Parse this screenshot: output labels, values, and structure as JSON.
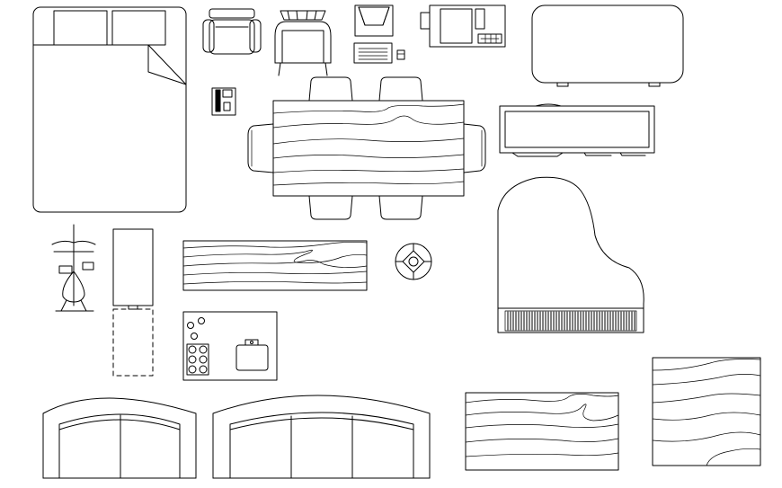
{
  "drawing": {
    "background_color": "#ffffff",
    "line_color": "#000000",
    "symbols": [
      "double-bed",
      "lounge-chair",
      "armchair",
      "crt-monitor",
      "keyboard",
      "computer-workstation",
      "cabinet",
      "telephone",
      "dining-table-with-chairs",
      "tv-console",
      "grand-piano",
      "coat-stand",
      "wardrobe-with-swing",
      "wood-bench",
      "round-side-table",
      "kitchen-counter",
      "sofa",
      "wood-panel",
      "wood-panel-square"
    ]
  }
}
